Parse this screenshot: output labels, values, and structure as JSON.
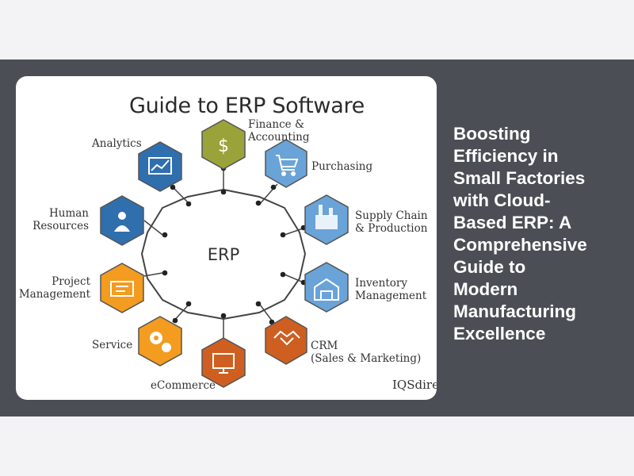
{
  "diagram": {
    "title": "Guide to ERP Software",
    "center": "ERP",
    "source": "IQSdire",
    "nodes": {
      "finance": [
        "Finance &",
        "Accounting"
      ],
      "purchasing": [
        "Purchasing"
      ],
      "supply_chain": [
        "Supply Chain",
        "& Production"
      ],
      "inventory": [
        "Inventory",
        "Management"
      ],
      "crm": [
        "CRM",
        "(Sales & Marketing)"
      ],
      "ecommerce": [
        "eCommerce"
      ],
      "service": [
        "Service"
      ],
      "project": [
        "Project",
        "Management"
      ],
      "human_resources": [
        "Human",
        "Resources"
      ],
      "analytics": [
        "Analytics"
      ]
    },
    "icons": {
      "finance": "money-bag-icon",
      "purchasing": "shopping-cart-icon",
      "supply_chain": "factory-icon",
      "inventory": "warehouse-icon",
      "crm": "handshake-icon",
      "ecommerce": "monitor-cart-icon",
      "service": "gears-icon",
      "project": "clipboard-icon",
      "human_resources": "people-icon",
      "analytics": "chart-screen-icon"
    },
    "colors": {
      "olive": "#9aa33a",
      "blue": "#2f6fae",
      "light_blue": "#6aa3d8",
      "orange": "#f39c1f",
      "dark_orange": "#cf5f20"
    }
  },
  "headline": {
    "lines": [
      "Boosting",
      "Efficiency in",
      "Small Factories",
      "with Cloud-",
      "Based ERP: A",
      "Comprehensive",
      "Guide to",
      "Modern",
      "Manufacturing",
      "Excellence"
    ]
  }
}
